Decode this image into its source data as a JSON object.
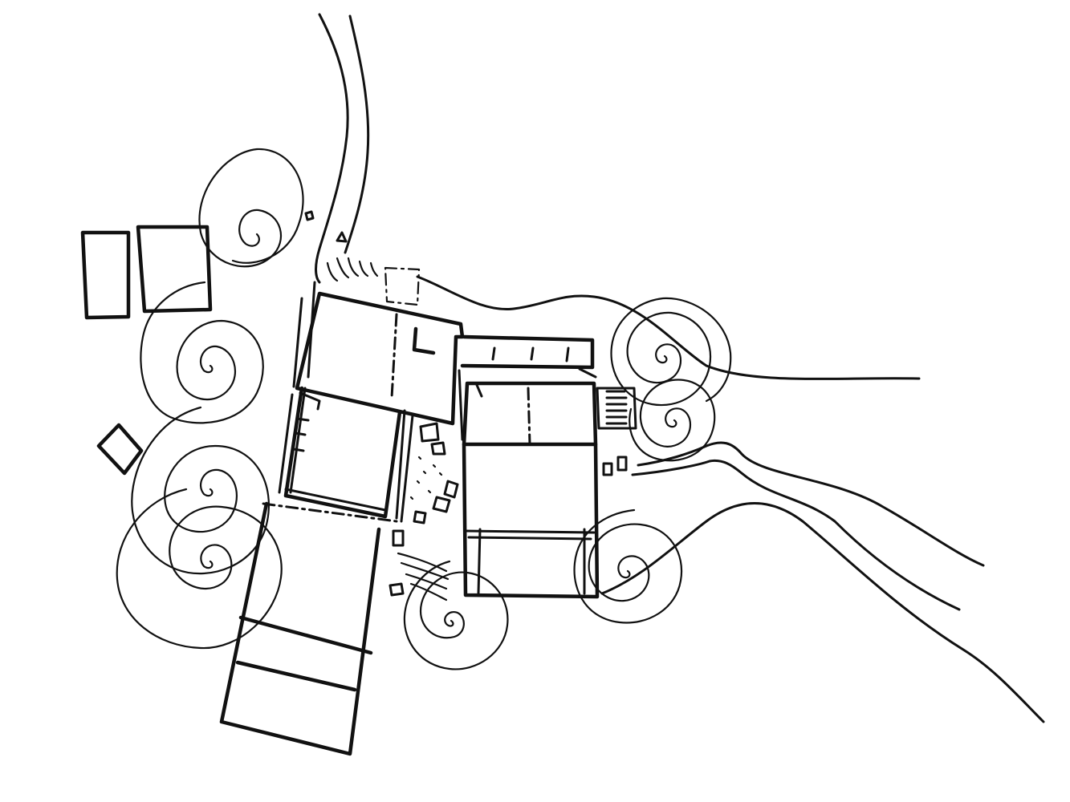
{
  "sketch": {
    "style": "hand-drawn ink site plan",
    "ink_color": "#111111",
    "background_color": "#ffffff",
    "elements": [
      "road",
      "river",
      "tree-canopy",
      "building-footprint",
      "outbuilding",
      "terrace",
      "stepping-stones",
      "stairs"
    ]
  }
}
